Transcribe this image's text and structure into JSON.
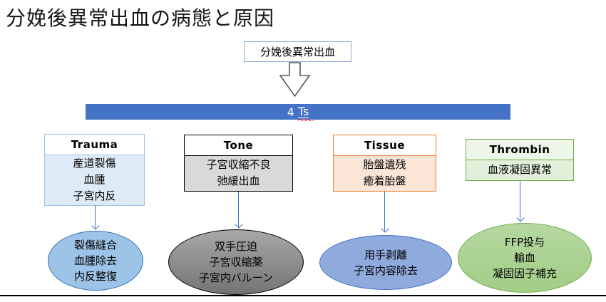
{
  "slide": {
    "title": "分娩後異常出血の病態と原因"
  },
  "flow": {
    "root_label": "分娩後異常出血",
    "bar_label_num": "4",
    "bar_label_term": "Ts"
  },
  "colors": {
    "bar_fill": "#4472C4",
    "trauma_accent": "#9DC3E6",
    "trauma_body_fill": "#DEEBF7",
    "trauma_ellipse_fill": "#9DC3E6",
    "tone_accent": "#000000",
    "tone_body_fill": "#D9D9D9",
    "tone_ellipse_fill": "#8C8C8C",
    "tissue_accent": "#ED7D31",
    "tissue_body_fill": "#FBE5D6",
    "tissue_ellipse_fill": "#8FAADC",
    "thrombin_accent": "#70AD47",
    "thrombin_body_fill": "#E2EFDA",
    "thrombin_ellipse_fill": "#A9D18E",
    "connector_color": "#4472C4",
    "squiggle_color": "#FF0000"
  },
  "columns": [
    {
      "header": "Trauma",
      "causes": [
        "産道裂傷",
        "血腫",
        "子宮内反"
      ],
      "treatments": [
        "裂傷縫合",
        "血腫除去",
        "内反整復"
      ]
    },
    {
      "header": "Tone",
      "causes": [
        "子宮収縮不良",
        "弛緩出血"
      ],
      "treatments": [
        "双手圧迫",
        "子宮収縮薬",
        "子宮内バルーン"
      ]
    },
    {
      "header": "Tissue",
      "causes": [
        "胎盤遺残",
        "癒着胎盤"
      ],
      "treatments": [
        "用手剥離",
        "子宮内容除去"
      ]
    },
    {
      "header": "Thrombin",
      "causes": [
        "血液凝固異常"
      ],
      "treatments": [
        "FFP投与",
        "輸血",
        "凝固因子補充"
      ]
    }
  ]
}
